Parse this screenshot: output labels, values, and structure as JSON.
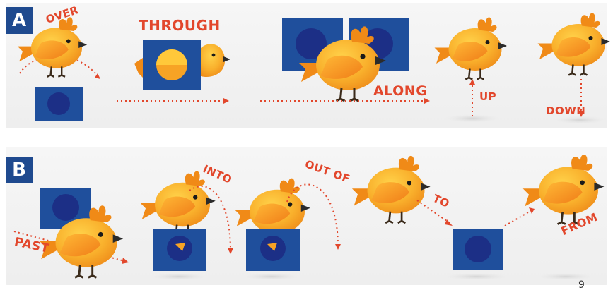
{
  "panels": {
    "a": {
      "label": "A",
      "words": {
        "over": "OVER",
        "through": "THROUGH",
        "along": "ALONG",
        "up": "UP",
        "down": "DOWN"
      }
    },
    "b": {
      "label": "B",
      "words": {
        "past": "PAST",
        "into": "INTO",
        "out_of": "OUT OF",
        "to": "TO",
        "from": "FROM"
      }
    }
  },
  "page_number": "9",
  "colors": {
    "box_blue": "#1f4f9c",
    "hole_blue": "#1c2f86",
    "bird_orange": "#f7a325",
    "bird_yellow": "#ffc83a",
    "crest_orange": "#f08a17",
    "word_red": "#e2472c",
    "badge_blue": "#1f4a8f"
  }
}
